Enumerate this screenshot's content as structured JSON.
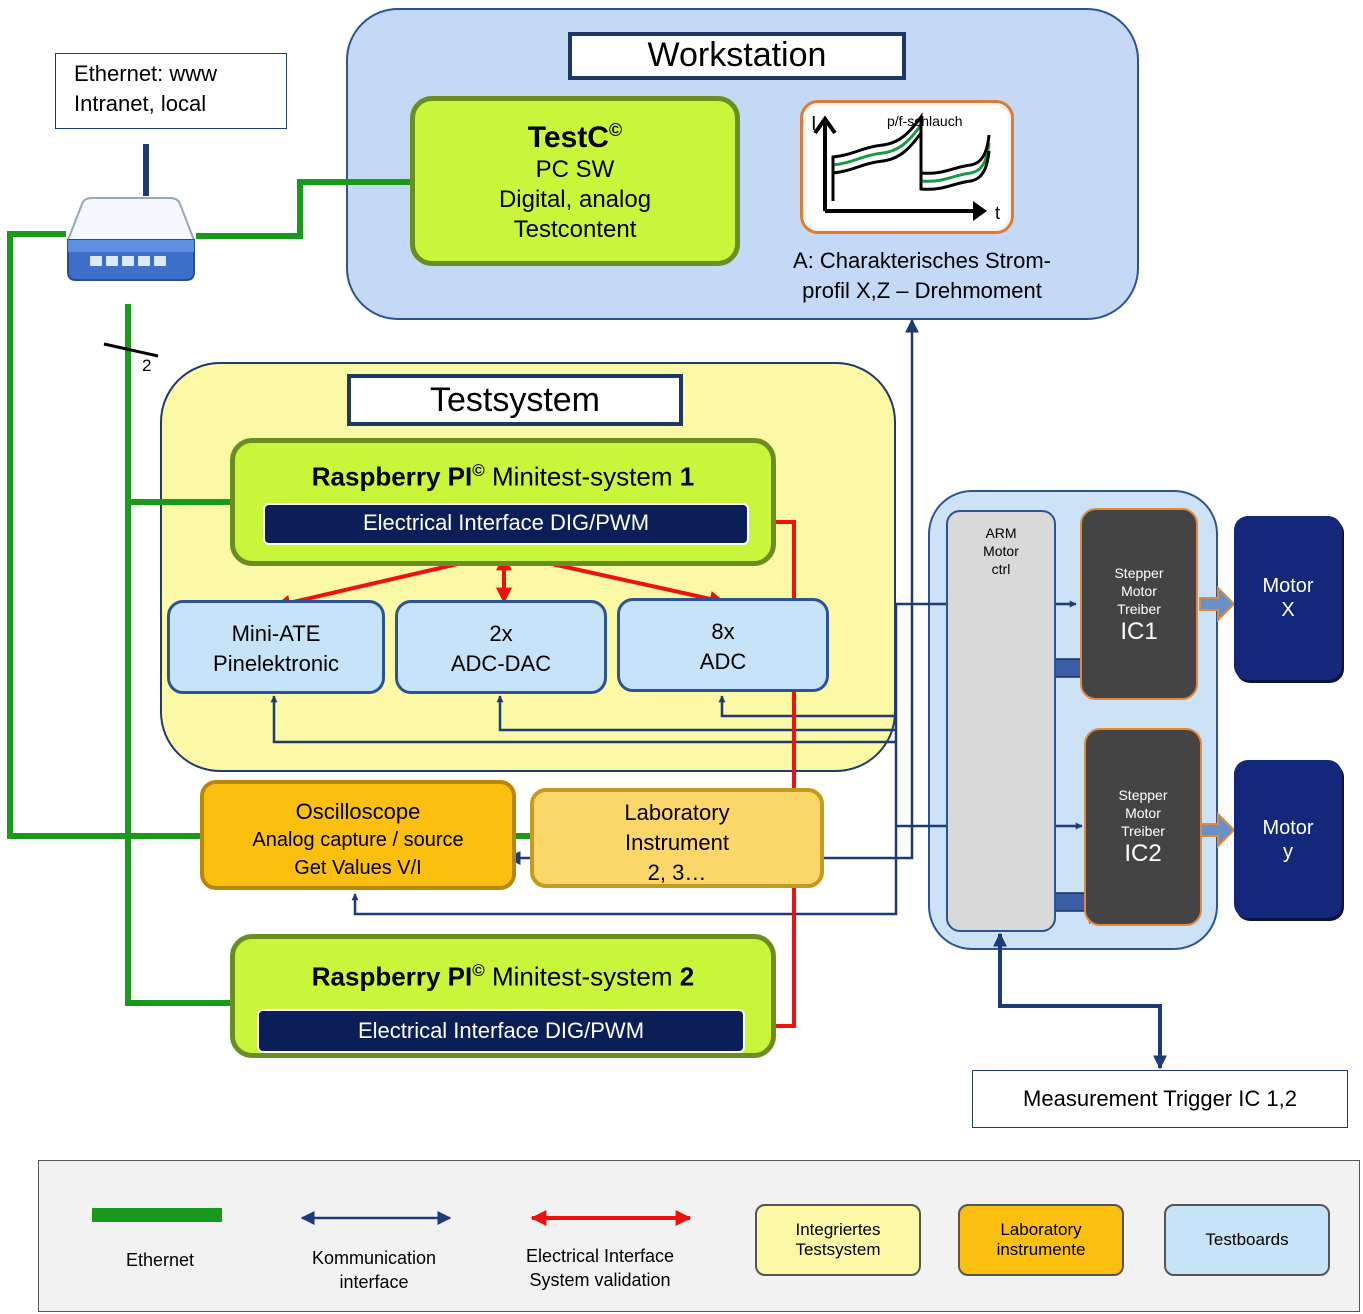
{
  "ethernet_box": {
    "line1": "Ethernet:  www",
    "line2": "Intranet, local"
  },
  "bus_width_label": "2",
  "workstation": {
    "title": "Workstation",
    "testc": {
      "name": "TestC",
      "copyright": "©",
      "line2": "PC SW",
      "line3": "Digital, analog",
      "line4": "Testcontent"
    },
    "graph": {
      "y_axis": "I",
      "x_axis": "t",
      "label": "p/f-schlauch"
    },
    "caption_line1": "A: Charakterisches Strom-",
    "caption_line2": "profil X,Z – Drehmoment"
  },
  "testsystem": {
    "title": "Testsystem",
    "rpi1": {
      "brand": "Raspberry PI",
      "copyright": "©",
      "text": " Minitest-system ",
      "num": "1",
      "interface": "Electrical Interface DIG/PWM"
    },
    "miniate": {
      "line1": "Mini-ATE",
      "line2": "Pinelektronic"
    },
    "adcdac": {
      "line1": "2x",
      "line2": "ADC-DAC"
    },
    "adc": {
      "line1": "8x",
      "line2": "ADC"
    },
    "oscilloscope": {
      "line1": "Oscilloscope",
      "line2": "Analog capture / source",
      "line3": "Get Values V/I"
    },
    "lab_instrument": {
      "line1": "Laboratory",
      "line2": "Instrument",
      "line3": "2, 3…"
    },
    "rpi2": {
      "brand": "Raspberry PI",
      "copyright": "©",
      "text": " Minitest-system ",
      "num": "2",
      "interface": "Electrical Interface DIG/PWM"
    }
  },
  "motor_board": {
    "arm": {
      "line1": "ARM",
      "line2": "Motor",
      "line3": "ctrl"
    },
    "ic1": {
      "line1": "Stepper",
      "line2": "Motor",
      "line3": "Treiber",
      "line4": "IC1"
    },
    "ic2": {
      "line1": "Stepper",
      "line2": "Motor",
      "line3": "Treiber",
      "line4": "IC2"
    },
    "motor_x": {
      "line1": "Motor",
      "line2": "X"
    },
    "motor_y": {
      "line1": "Motor",
      "line2": "y"
    }
  },
  "trigger_box": "Measurement Trigger IC 1,2",
  "legend": {
    "ethernet": "Ethernet",
    "komm_line1": "Kommunication",
    "komm_line2": "interface",
    "elec_line1": "Electrical  Interface",
    "elec_line2": "System validation",
    "integriertes_line1": "Integriertes",
    "integriertes_line2": "Testsystem",
    "laboratory_line1": "Laboratory",
    "laboratory_line2": "instrumente",
    "testboards": "Testboards"
  },
  "colors": {
    "ethernet": "#1a9a1a",
    "communication": "#1f3a78",
    "electrical": "#ee1111",
    "integriertes": "#fcf9a6",
    "laboratory": "#fbbf10",
    "testboards": "#c7e3f8",
    "raspberry": "#c9f53b"
  }
}
